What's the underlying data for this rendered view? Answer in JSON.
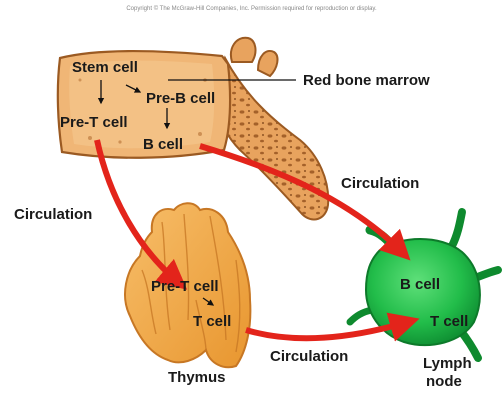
{
  "copyright": "Copyright © The McGraw-Hill Companies, Inc. Permission required for reproduction or display.",
  "labels": {
    "stem_cell": "Stem cell",
    "pre_b_cell": "Pre-B cell",
    "red_bone_marrow": "Red bone marrow",
    "pre_t_cell_marrow": "Pre-T cell",
    "b_cell_marrow": "B cell",
    "circulation_right": "Circulation",
    "circulation_left": "Circulation",
    "pre_t_cell_thymus": "Pre-T cell",
    "t_cell_thymus": "T cell",
    "thymus": "Thymus",
    "circulation_bottom": "Circulation",
    "b_cell_node": "B cell",
    "t_cell_node": "T cell",
    "lymph_node_1": "Lymph",
    "lymph_node_2": "node"
  },
  "colors": {
    "bone": "#e8a35e",
    "bone_dark": "#b96f2e",
    "marrow": "#f0b676",
    "thymus": "#f2a54a",
    "thymus_dark": "#c77724",
    "lymph": "#1fc24a",
    "lymph_dark": "#0e8a2e",
    "arrow_red": "#e3241b"
  }
}
